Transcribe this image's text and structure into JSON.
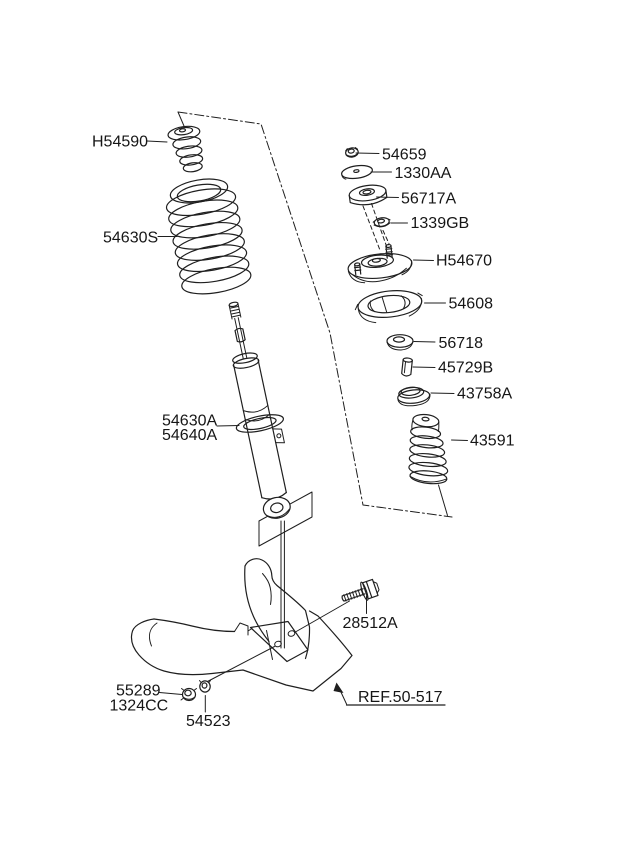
{
  "diagram": {
    "background_color": "#ffffff",
    "line_color": "#1f1f1f",
    "part_labels": {
      "h54590": "H54590",
      "s54630": "54630S",
      "a54630": "54630A",
      "a54640": "54640A",
      "n54659": "54659",
      "w1330aa": "1330AA",
      "i56717a": "56717A",
      "n1339gb": "1339GB",
      "h54670": "H54670",
      "s54608": "54608",
      "b56718": "56718",
      "s45729b": "45729B",
      "c43758a": "43758A",
      "d43591": "43591",
      "b28512a": "28512A",
      "n55289": "55289",
      "n1324cc": "1324CC",
      "w54523": "54523",
      "ref_50_517": "REF.50-517"
    }
  }
}
